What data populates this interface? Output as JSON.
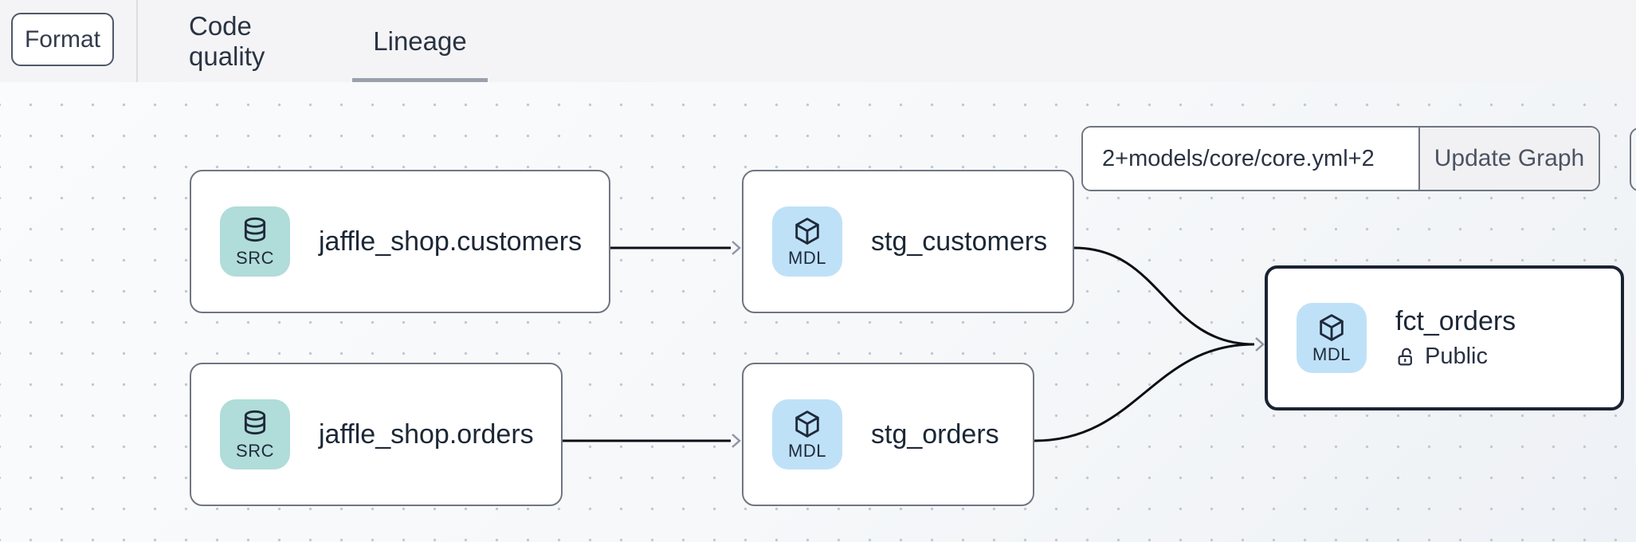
{
  "toolbar": {
    "format_label": "Format",
    "tabs": [
      {
        "label": "Code quality",
        "active": false
      },
      {
        "label": "Lineage",
        "active": true
      }
    ]
  },
  "selector": {
    "input_value": "2+models/core/core.yml+2",
    "update_button_label": "Update Graph"
  },
  "nodes": [
    {
      "id": "jaffle_shop.customers",
      "label": "jaffle_shop.customers",
      "badge": "SRC",
      "type": "source",
      "selected": false
    },
    {
      "id": "stg_customers",
      "label": "stg_customers",
      "badge": "MDL",
      "type": "model",
      "selected": false
    },
    {
      "id": "jaffle_shop.orders",
      "label": "jaffle_shop.orders",
      "badge": "SRC",
      "type": "source",
      "selected": false
    },
    {
      "id": "stg_orders",
      "label": "stg_orders",
      "badge": "MDL",
      "type": "model",
      "selected": false
    },
    {
      "id": "fct_orders",
      "label": "fct_orders",
      "badge": "MDL",
      "type": "model",
      "access": "Public",
      "selected": true
    }
  ],
  "edges": [
    {
      "from": "jaffle_shop.customers",
      "to": "stg_customers"
    },
    {
      "from": "jaffle_shop.orders",
      "to": "stg_orders"
    },
    {
      "from": "stg_customers",
      "to": "fct_orders"
    },
    {
      "from": "stg_orders",
      "to": "fct_orders"
    }
  ],
  "colors": {
    "source_badge_bg": "#b0dcd9",
    "model_badge_bg": "#bfe1f8",
    "selected_node_border": "#1a2332",
    "node_border": "#6f7682",
    "edge": "#0b0f16",
    "tab_underline": "#9aa1ad"
  }
}
